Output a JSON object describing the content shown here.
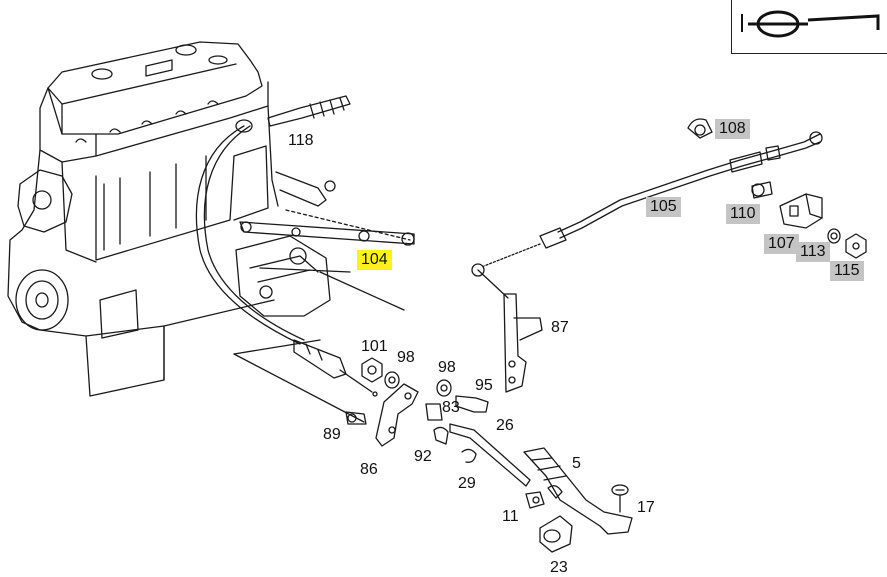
{
  "diagram": {
    "callouts": {
      "c118": "118",
      "c108": "108",
      "c105": "105",
      "c110": "110",
      "c107": "107",
      "c113": "113",
      "c115": "115",
      "c104": "104",
      "c87": "87",
      "c101": "101",
      "c98a": "98",
      "c98b": "98",
      "c95": "95",
      "c83": "83",
      "c89": "89",
      "c26": "26",
      "c92": "92",
      "c86": "86",
      "c29": "29",
      "c5": "5",
      "c17": "17",
      "c11": "11",
      "c23": "23"
    },
    "highlight_colors": {
      "grey": "#c4c4c4",
      "yellow": "#fff21a"
    },
    "logo_icon": "steering-wheel-logo-icon"
  }
}
